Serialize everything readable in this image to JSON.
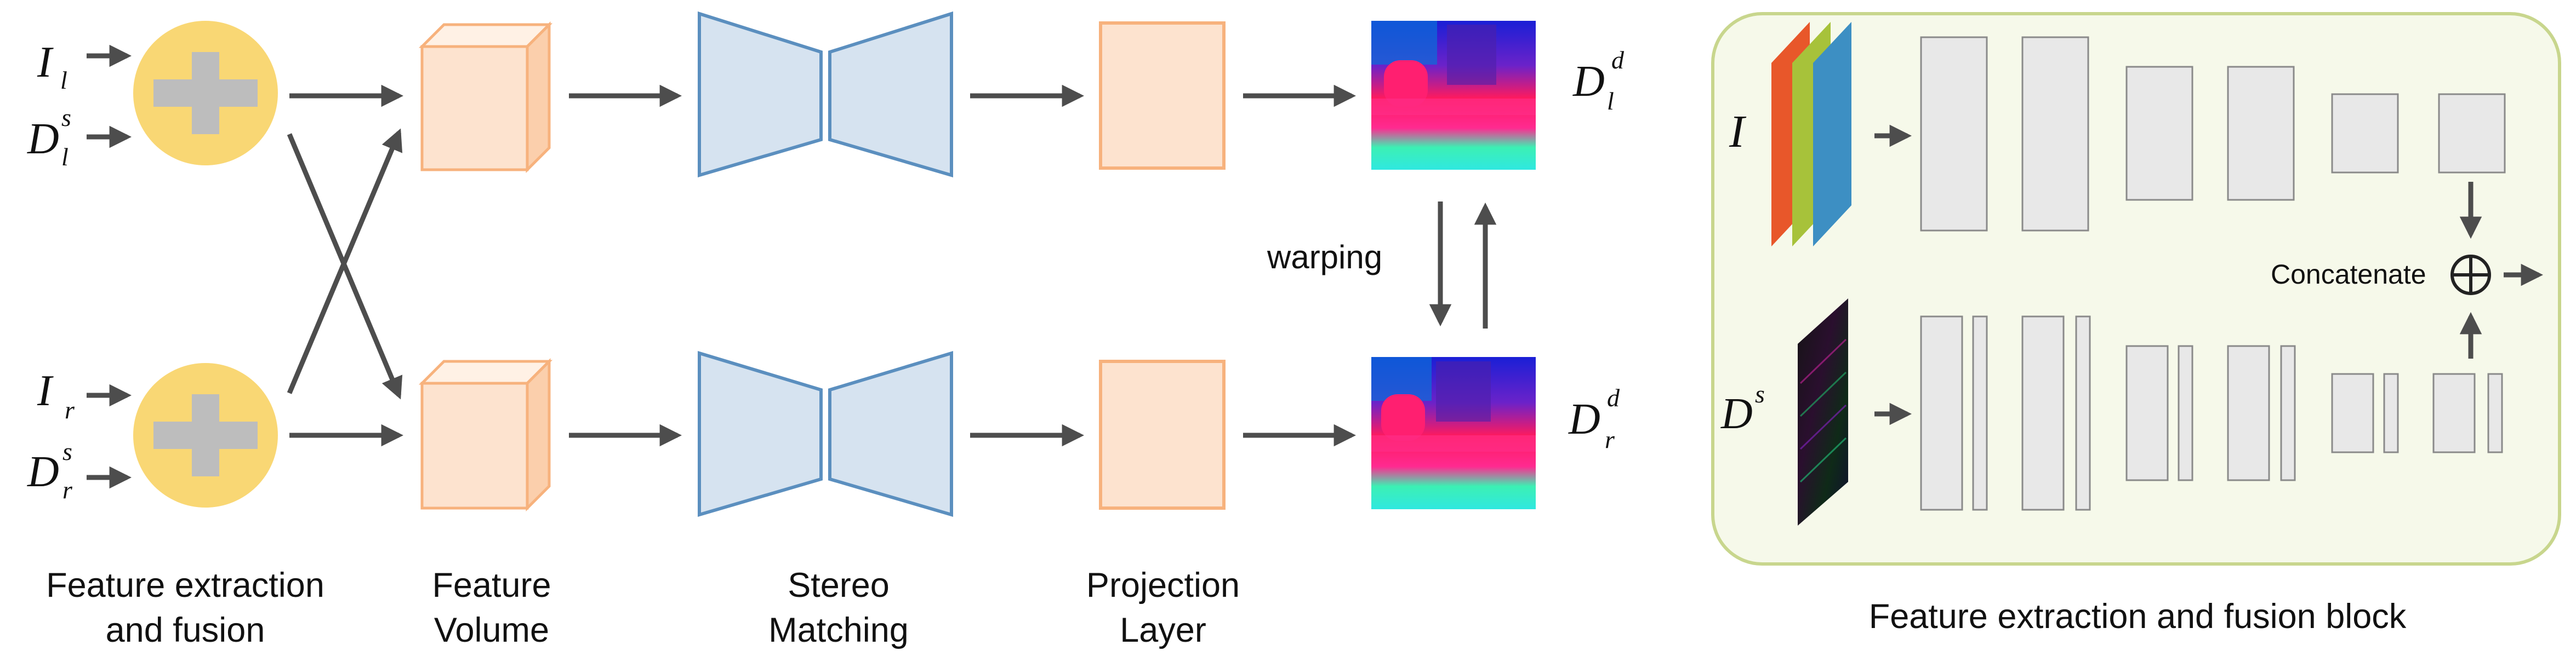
{
  "colors": {
    "arrow": "#4d4d4d",
    "fusion_circle": "#f9d774",
    "plus": "#bdbdbd",
    "volume_fill": "#fde3cf",
    "volume_edge": "#f7b27d",
    "hourglass_fill": "#d6e3f0",
    "hourglass_edge": "#5b8fbf",
    "panel_fill": "#f6f9ea",
    "panel_edge": "#c8d68d",
    "layer_fill": "#e8e8e8",
    "layer_edge": "#8a8a8a",
    "channel_red": "#e8572a",
    "channel_green": "#a7c23a",
    "channel_blue": "#3d8fc3"
  },
  "inputs": {
    "left_image": {
      "base": "I",
      "sub": "l"
    },
    "left_depth": {
      "base": "D",
      "sup": "s",
      "sub": "l"
    },
    "right_image": {
      "base": "I",
      "sub": "r"
    },
    "right_depth": {
      "base": "D",
      "sup": "s",
      "sub": "r"
    }
  },
  "outputs": {
    "left_disparity": {
      "base": "D",
      "sup": "d",
      "sub": "l"
    },
    "right_disparity": {
      "base": "D",
      "sup": "d",
      "sub": "r"
    }
  },
  "warping_label": "warping",
  "stage_captions": {
    "fusion": [
      "Feature extraction",
      "and fusion"
    ],
    "volume": [
      "Feature",
      "Volume"
    ],
    "stereo": [
      "Stereo",
      "Matching"
    ],
    "projection": [
      "Projection",
      "Layer"
    ]
  },
  "block": {
    "image_input": {
      "base": "I"
    },
    "depth_input": {
      "base": "D",
      "sup": "s"
    },
    "concatenate_label": "Concatenate",
    "caption": "Feature extraction and fusion block"
  }
}
